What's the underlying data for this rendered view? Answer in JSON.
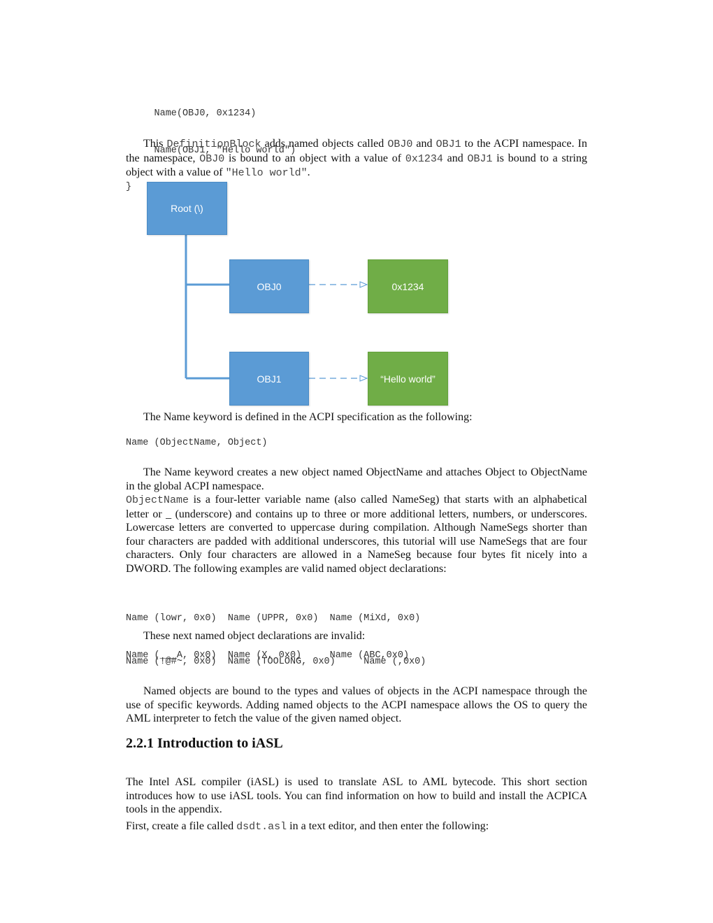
{
  "top_code": {
    "line1": "     Name(OBJ0, 0x1234)",
    "line2": "     Name(OBJ1, \"Hello world\")",
    "line3": "}"
  },
  "para1": {
    "t1": "This ",
    "c1": "DefinitionBlock",
    "t2": " adds named objects called ",
    "c2": "OBJ0",
    "t3": " and ",
    "c3": "OBJ1",
    "t4": " to the ACPI namespace. In the namespace, ",
    "c4": "OBJ0",
    "t5": " is bound to an object with a value of ",
    "c5": "0x1234",
    "t6": " and ",
    "c6": "OBJ1",
    "t7": " is bound to a string object with a value of ",
    "c7": "\"Hello world\"",
    "t8": "."
  },
  "diagram": {
    "root_label": "Root (\\)",
    "obj0_label": "OBJ0",
    "obj0_value": "0x1234",
    "obj1_label": "OBJ1",
    "obj1_value": "“Hello world”",
    "colors": {
      "node": "#5b9bd5",
      "value": "#70ad47",
      "line": "#5b9bd5"
    }
  },
  "para2": "The Name keyword is defined in the ACPI specification as the following:",
  "code_name": "Name (ObjectName, Object)",
  "para3": "The Name keyword creates a new object named ObjectName and attaches Object to ObjectName in the global ACPI namespace.",
  "para4": {
    "c1": "ObjectName",
    "t1": " is a four-letter variable name (also called NameSeg) that starts with an alphabetical letter or _ (underscore) and contains up to three or more additional letters, numbers, or underscores. Lowercase letters are converted to uppercase during compilation. Although NameSegs shorter than four characters are padded with additional underscores, this tutorial will use NameSegs that are four characters. Only four characters are allowed in a NameSeg because four bytes fit nicely into a DWORD. The following examples are valid named object declarations:"
  },
  "valid_code": {
    "line1": "Name (lowr, 0x0)  Name (UPPR, 0x0)  Name (MiXd, 0x0)",
    "line2": "Name (___A, 0x0)  Name (X, 0x0)     Name (ABC,0x0)"
  },
  "para5": "These next named object declarations are invalid:",
  "invalid_code": "Name (!@#~, 0x0)  Name (TOOLONG, 0x0)     Name (,0x0)",
  "para6": "Named objects are bound to the types and values of objects in the ACPI namespace through the use of specific keywords. Adding named objects to the ACPI namespace allows the OS to query the AML interpreter to fetch the value of the given named object.",
  "heading": "2.2.1 Introduction to iASL",
  "para7": "The Intel ASL compiler (iASL) is used to translate ASL to AML bytecode. This short section introduces how to use iASL tools. You can find information on how to build and install the ACPICA tools in the appendix.",
  "para8": {
    "t1": "First, create a file called ",
    "c1": "dsdt.asl",
    "t2": " in a text editor, and then enter the following:"
  }
}
